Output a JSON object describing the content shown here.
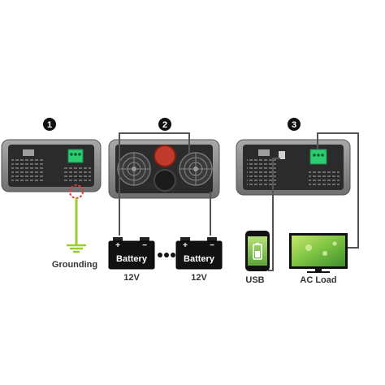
{
  "steps": [
    "1",
    "2",
    "3"
  ],
  "labels": {
    "grounding": "Grounding",
    "battery": "Battery",
    "voltage": "12V",
    "usb": "USB",
    "ac_load": "AC Load"
  },
  "colors": {
    "inverter_body": "#8e8e8e",
    "inverter_panel": "#2b2b2b",
    "fan_red": "#c0392b",
    "terminal_green": "#2ecc71",
    "ground_wire": "#9acd32",
    "ground_marker": "#e53935",
    "wire": "#555555",
    "battery_body": "#111111",
    "tv_screen": "#7cc242",
    "phone_screen": "#8bc34a"
  }
}
